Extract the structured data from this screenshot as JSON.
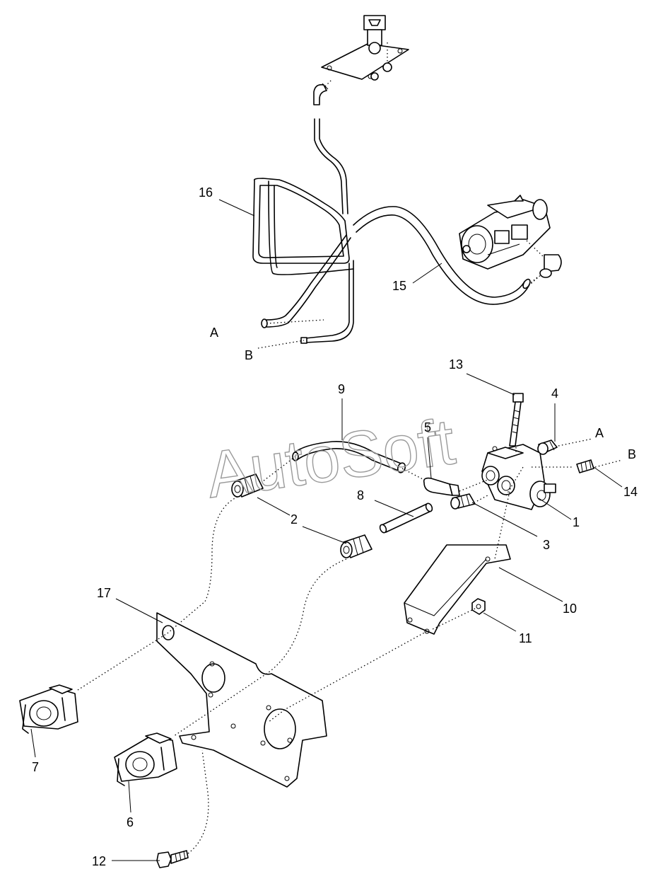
{
  "watermark": "AutoSoft",
  "callouts": {
    "c1": "1",
    "c2": "2",
    "c3": "3",
    "c4": "4",
    "c5": "5",
    "c6": "6",
    "c7": "7",
    "c8": "8",
    "c9": "9",
    "c10": "10",
    "c11": "11",
    "c12": "12",
    "c13": "13",
    "c14": "14",
    "c15": "15",
    "c16": "16",
    "c17": "17",
    "ref_a_top": "A",
    "ref_b_top": "B",
    "ref_a_bottom": "A",
    "ref_b_bottom": "B"
  }
}
